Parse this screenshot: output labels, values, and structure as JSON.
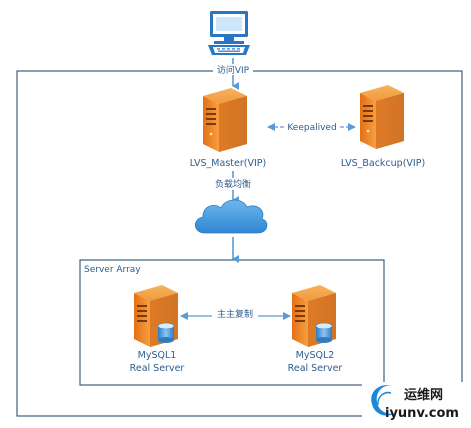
{
  "labels": {
    "access_vip": "访问VIP",
    "load_balance": "负载均衡",
    "keepalived": "Keepalived",
    "replication": "主主复制",
    "server_array": "Server Array"
  },
  "nodes": {
    "client": {
      "icon": "computer-icon"
    },
    "lvs_master": {
      "label": "LVS_Master(VIP)",
      "icon": "server-icon"
    },
    "lvs_backup": {
      "label": "LVS_Backcup(VIP)",
      "icon": "server-icon"
    },
    "network": {
      "icon": "cloud-icon"
    },
    "mysql1": {
      "line1": "MySQL1",
      "line2": "Real Server",
      "icon": "database-server-icon"
    },
    "mysql2": {
      "line1": "MySQL2",
      "line2": "Real Server",
      "icon": "database-server-icon"
    }
  },
  "watermark": {
    "cn": "运维网",
    "url": "iyunv.com"
  },
  "colors": {
    "frame": "#3f5f7f",
    "arrow": "#5b9bd5",
    "label_text": "#2b5d8c",
    "server_orange": "#f39a3a",
    "cloud_blue": "#4a9fe0"
  }
}
